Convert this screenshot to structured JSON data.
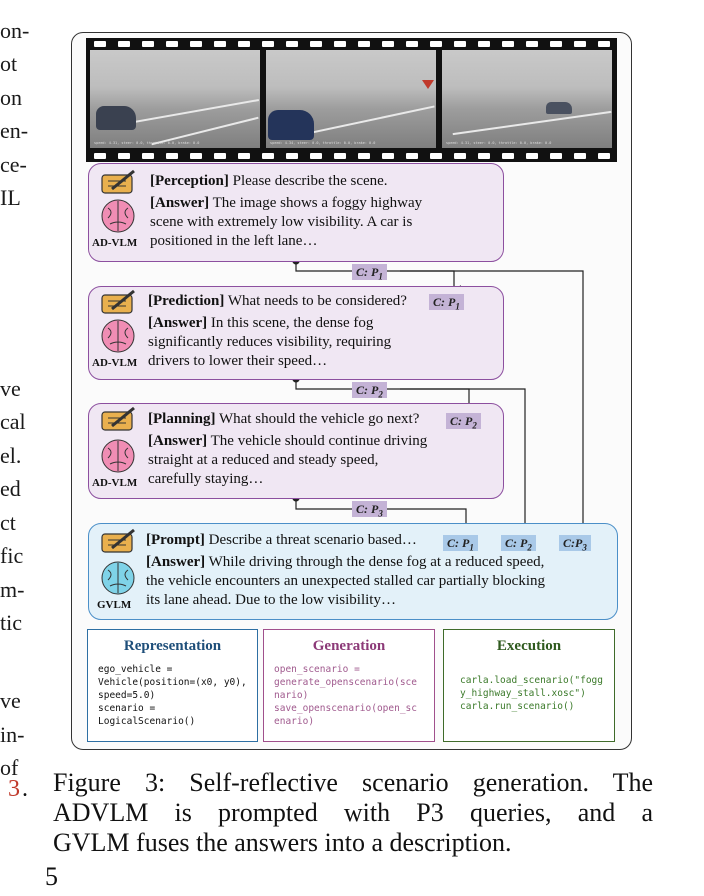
{
  "left_column_fragments": [
    "on-",
    "ot",
    "on",
    "en-",
    "ce-",
    "IL",
    "ve",
    "cal",
    "el.",
    "ed",
    "ct",
    "fic",
    "m-",
    "tic",
    "ve",
    "in-",
    "of"
  ],
  "reference_number": "3",
  "page_number": "5",
  "filmstrip": {
    "frame_captions": [
      "speed: 4.31, steer: 0.0, throttle: 0.0, brake: 0.0",
      "speed: 4.34, steer: 0.0, throttle: 0.0, brake: 0.0",
      "speed: 4.31, steer: 0.0, throttle: 0.0, brake: 0.0"
    ]
  },
  "panels": {
    "perception": {
      "question_label": "[Perception]",
      "question": " Please describe the scene.",
      "answer_label": "[Answer]",
      "answer_lines": [
        " The image shows a foggy highway",
        "scene with extremely low visibility. A car is",
        "positioned in the left lane…"
      ],
      "model": "AD-VLM"
    },
    "prediction": {
      "question_label": "[Prediction]",
      "question": " What needs to be considered?",
      "answer_label": "[Answer]",
      "answer_lines": [
        " In this scene, the dense fog",
        "significantly reduces visibility, requiring",
        "drivers to lower their speed…"
      ],
      "model": "AD-VLM"
    },
    "planning": {
      "question_label": "[Planning]",
      "question": " What should the vehicle go next?",
      "answer_label": "[Answer]",
      "answer_lines": [
        " The vehicle should continue driving",
        "straight at a reduced and steady speed,",
        "carefully staying…"
      ],
      "model": "AD-VLM"
    },
    "prompt": {
      "question_label": "[Prompt]",
      "question": " Describe a threat scenario based…",
      "answer_label": "[Answer]",
      "answer_lines": [
        " While driving through the dense fog at a reduced speed,",
        "the vehicle encounters an unexpected stalled car partially blocking",
        "its lane ahead. Due to the low visibility…"
      ],
      "model": "GVLM"
    }
  },
  "tags": {
    "c1": "C: P1",
    "c2": "C: P2",
    "c3": "C: P3",
    "c1_prefix": "C: P",
    "c1_sub": "1",
    "c2_prefix": "C: P",
    "c2_sub": "2",
    "c3_prefix": "C: P",
    "c3_sub": "3",
    "c3_alt_prefix": "C:P"
  },
  "boxes": {
    "representation": {
      "title": "Representation",
      "code": "ego_vehicle =\nVehicle(position=(x0, y0),\nspeed=5.0)\nscenario =\nLogicalScenario()",
      "color": "#2e6fa3"
    },
    "generation": {
      "title": "Generation",
      "code": "open_scenario =\ngenerate_openscenario(sce\nnario)\nsave_openscenario(open_sc\nenario)",
      "color": "#a0508c"
    },
    "execution": {
      "title": "Execution",
      "code": "carla.load_scenario(\"fogg\ny_highway_stall.xosc\")\ncarla.run_scenario()",
      "color": "#3f6b2a"
    }
  },
  "caption": {
    "lines": [
      "Figure 3: Self-reflective scenario generation. The",
      "ADVLM is prompted with P3 queries, and a",
      "GVLM fuses the answers into a description."
    ]
  }
}
